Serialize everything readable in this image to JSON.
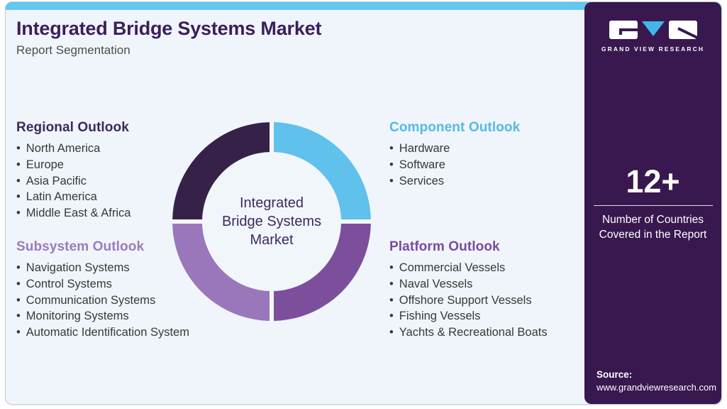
{
  "theme": {
    "card_bg": "#eff5fa",
    "accent_bar_color": "#62c6ef",
    "sidebar_bg": "#38184f",
    "border_color": "#c8cdd5"
  },
  "header": {
    "title": "Integrated Bridge Systems Market",
    "title_color": "#3a1f5a",
    "subtitle": "Report Segmentation"
  },
  "sections": [
    {
      "heading": "Regional Outlook",
      "heading_color": "#3c295c",
      "items": [
        "North America",
        "Europe",
        "Asia Pacific",
        "Latin America",
        "Middle East & Africa"
      ]
    },
    {
      "heading": "Subsystem Outlook",
      "heading_color": "#9d7abf",
      "items": [
        "Navigation Systems",
        "Control Systems",
        "Communication Systems",
        "Monitoring Systems",
        "Automatic Identification System"
      ]
    },
    {
      "heading": "Component Outlook",
      "heading_color": "#55b9e9",
      "items": [
        "Hardware",
        "Software",
        "Services"
      ]
    },
    {
      "heading": "Platform Outlook",
      "heading_color": "#7b4a9e",
      "items": [
        "Commercial Vessels",
        "Naval Vessels",
        "Offshore Support Vessels",
        "Fishing Vessels",
        "Yachts & Recreational Boats"
      ]
    }
  ],
  "donut": {
    "center_label": "Integrated\nBridge Systems\nMarket",
    "center_label_color": "#3d2a5e",
    "segments": [
      {
        "label": "Component Outlook",
        "position": "top-right",
        "color": "#5fc1ec"
      },
      {
        "label": "Platform Outlook",
        "position": "bottom-right",
        "color": "#7c4f9c"
      },
      {
        "label": "Subsystem Outlook",
        "position": "bottom-left",
        "color": "#9a76bb"
      },
      {
        "label": "Regional Outlook",
        "position": "top-left",
        "color": "#362149"
      }
    ]
  },
  "sidebar": {
    "logo": {
      "brand": "GRAND VIEW RESEARCH",
      "triangle_color": "#41b6e9",
      "block_color": "#ffffff"
    },
    "stat": {
      "value": "12+",
      "label": "Number of Countries Covered in the Report"
    },
    "source": {
      "label": "Source:",
      "url": "www.grandviewresearch.com"
    }
  }
}
